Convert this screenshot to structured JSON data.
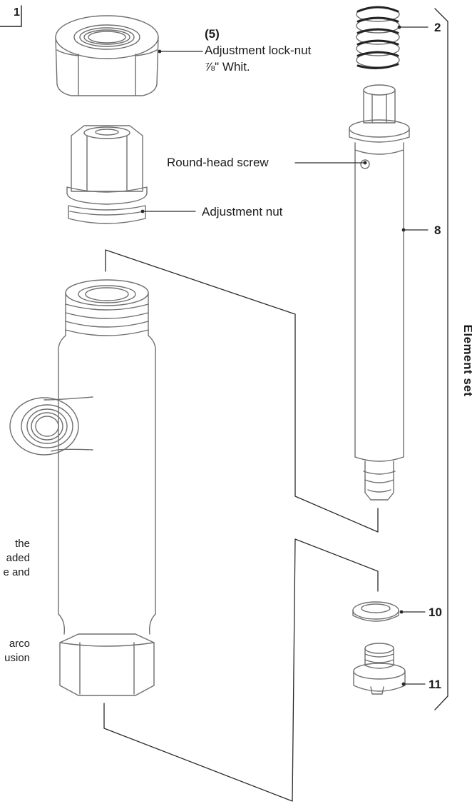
{
  "page_marker": "1",
  "callouts": {
    "lock_nut_number": "(5)",
    "lock_nut_name": "Adjustment lock-nut",
    "lock_nut_thread": "⅞\" Whit.",
    "round_head_screw": "Round-head screw",
    "adjustment_nut": "Adjustment nut",
    "spring": "2",
    "element": "8",
    "washer": "10",
    "plug": "11"
  },
  "group_label": "Element set",
  "cut_text": {
    "line1": "the",
    "line2": "aded",
    "line3": "e and",
    "line4": "arco",
    "line5": "usion"
  }
}
